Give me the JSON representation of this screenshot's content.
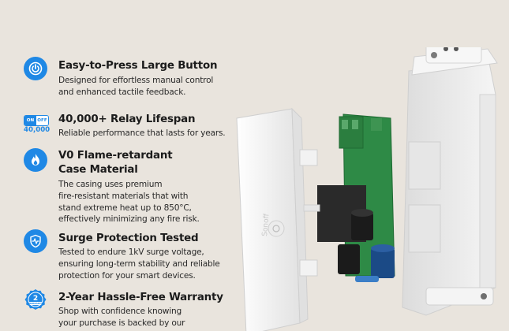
{
  "features": [
    {
      "icon": "power-button-icon",
      "title": "Easy-to-Press Large Button",
      "description": [
        "Designed for effortless manual control",
        "and enhanced tactile feedback."
      ]
    },
    {
      "icon": "relay-switch-icon",
      "icon_on": "ON",
      "icon_off": "OFF",
      "icon_count": "40,000",
      "title": "40,000+ Relay Lifespan",
      "description": [
        "Reliable performance that lasts for years."
      ]
    },
    {
      "icon": "flame-icon",
      "title": [
        "V0 Flame-retardant",
        "Case Material"
      ],
      "description": [
        "The casing uses premium",
        "fire-resistant materials that with",
        "stand extreme heat up to 850°C,",
        "effectively minimizing any fire risk."
      ]
    },
    {
      "icon": "surge-shield-icon",
      "title": "Surge Protection Tested",
      "description": [
        "Tested to endure 1kV surge voltage,",
        "ensuring long-term stability and reliable",
        "protection for your smart devices."
      ]
    },
    {
      "icon": "warranty-badge-icon",
      "icon_number": "2",
      "icon_text": "WARRANTY",
      "title": "2-Year Hassle-Free Warranty",
      "description": [
        "Shop with confidence knowing",
        "your purchase is backed by our"
      ]
    }
  ],
  "product": {
    "brand": "Sonoff",
    "colors": {
      "accent": "#1f88e5",
      "pcb": "#2e8a46",
      "relay": "#2a2a2a",
      "case": "#f4f4f4"
    }
  }
}
